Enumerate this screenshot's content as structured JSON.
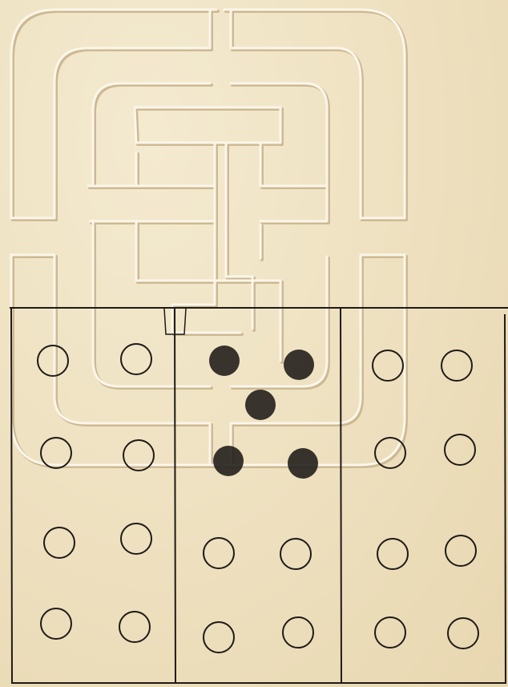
{
  "colors": {
    "paper": "#efe2c2",
    "ink": "#1e1a17",
    "seal_line": "#fbf6ea",
    "seal_shadow": "#cdb992"
  },
  "seal": {
    "icon": "maze-seal-icon"
  },
  "grid": {
    "columns": 3,
    "dot_legend": {
      "black": "filled",
      "white": "hollow"
    },
    "panels": [
      {
        "id": "left",
        "dots": [
          "hollow",
          "hollow",
          "hollow",
          "hollow",
          "hollow",
          "hollow",
          "hollow",
          "hollow"
        ]
      },
      {
        "id": "middle",
        "dots": [
          "filled",
          "filled",
          "filled",
          "filled",
          "filled",
          "hollow",
          "hollow",
          "hollow",
          "hollow"
        ]
      },
      {
        "id": "right",
        "dots": [
          "hollow",
          "hollow",
          "hollow",
          "hollow",
          "hollow",
          "hollow",
          "hollow",
          "hollow"
        ]
      }
    ]
  }
}
